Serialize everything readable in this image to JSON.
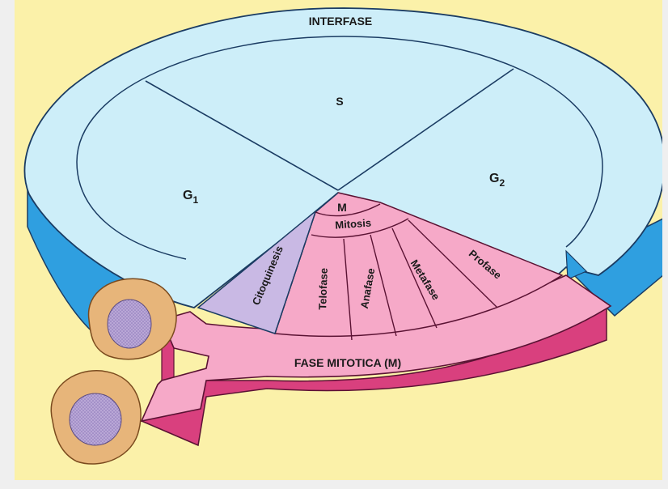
{
  "diagram": {
    "interphase_label": "INTERFASE",
    "s_label": "S",
    "g1_label": "G",
    "g1_sub": "1",
    "g2_label": "G",
    "g2_sub": "2",
    "m_label": "M",
    "mitosis_label": "Mitosis",
    "phases": [
      {
        "name": "Profase"
      },
      {
        "name": "Metafase"
      },
      {
        "name": "Anafase"
      },
      {
        "name": "Telofase"
      }
    ],
    "cytokinesis_label": "Citoquinesis",
    "mitotic_phase_label": "FASE MITOTICA (M)",
    "colors": {
      "background": "#fbf1a9",
      "interphase_top": "#cdeef9",
      "interphase_side": "#2f9fe0",
      "mitosis_top": "#f6a9c8",
      "mitosis_side": "#d9407e",
      "cytokinesis": "#c9b9e4",
      "cell_body": "#e7b57a",
      "cell_nucleus": "#b9a7d6"
    }
  }
}
